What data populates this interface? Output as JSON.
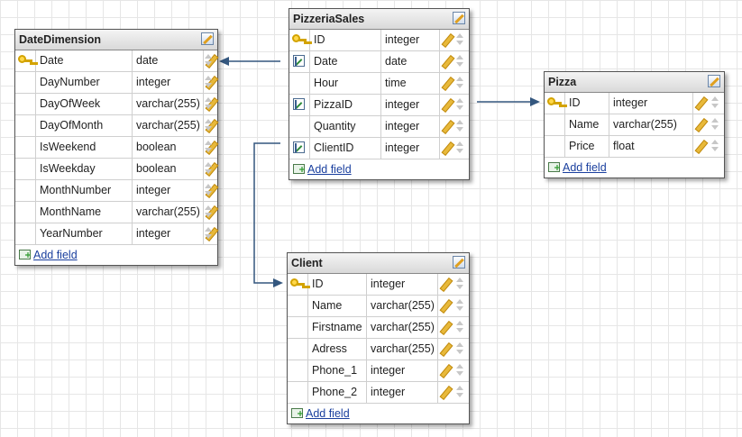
{
  "tables": {
    "datedimension": {
      "title": "DateDimension",
      "fields": [
        {
          "name": "Date",
          "type": "date",
          "key": "pk"
        },
        {
          "name": "DayNumber",
          "type": "integer",
          "key": ""
        },
        {
          "name": "DayOfWeek",
          "type": "varchar(255)",
          "key": ""
        },
        {
          "name": "DayOfMonth",
          "type": "varchar(255)",
          "key": ""
        },
        {
          "name": "IsWeekend",
          "type": "boolean",
          "key": ""
        },
        {
          "name": "IsWeekday",
          "type": "boolean",
          "key": ""
        },
        {
          "name": "MonthNumber",
          "type": "integer",
          "key": ""
        },
        {
          "name": "MonthName",
          "type": "varchar(255)",
          "key": ""
        },
        {
          "name": "YearNumber",
          "type": "integer",
          "key": ""
        }
      ],
      "add_label": "Add field"
    },
    "pizzeriasales": {
      "title": "PizzeriaSales",
      "fields": [
        {
          "name": "ID",
          "type": "integer",
          "key": "pk"
        },
        {
          "name": "Date",
          "type": "date",
          "key": "fk"
        },
        {
          "name": "Hour",
          "type": "time",
          "key": ""
        },
        {
          "name": "PizzaID",
          "type": "integer",
          "key": "fk"
        },
        {
          "name": "Quantity",
          "type": "integer",
          "key": ""
        },
        {
          "name": "ClientID",
          "type": "integer",
          "key": "fk"
        }
      ],
      "add_label": "Add field"
    },
    "pizza": {
      "title": "Pizza",
      "fields": [
        {
          "name": "ID",
          "type": "integer",
          "key": "pk"
        },
        {
          "name": "Name",
          "type": "varchar(255)",
          "key": ""
        },
        {
          "name": "Price",
          "type": "float",
          "key": ""
        }
      ],
      "add_label": "Add field"
    },
    "client": {
      "title": "Client",
      "fields": [
        {
          "name": "ID",
          "type": "integer",
          "key": "pk"
        },
        {
          "name": "Name",
          "type": "varchar(255)",
          "key": ""
        },
        {
          "name": "Firstname",
          "type": "varchar(255)",
          "key": ""
        },
        {
          "name": "Adress",
          "type": "varchar(255)",
          "key": ""
        },
        {
          "name": "Phone_1",
          "type": "integer",
          "key": ""
        },
        {
          "name": "Phone_2",
          "type": "integer",
          "key": ""
        }
      ],
      "add_label": "Add field"
    }
  },
  "colors": {
    "connector": "#34577f",
    "link": "#1a3f9e",
    "key_icon": "#ffd84a"
  }
}
